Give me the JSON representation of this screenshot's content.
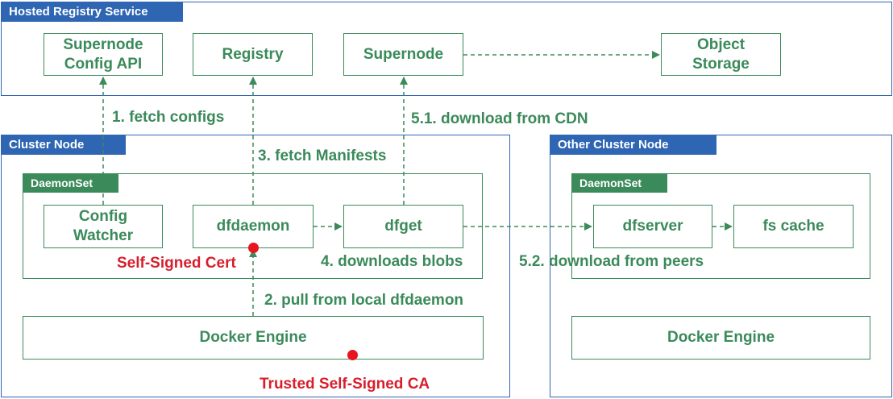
{
  "regions": {
    "hosted": "Hosted Registry Service",
    "cluster": "Cluster Node",
    "other": "Other Cluster Node"
  },
  "groups": {
    "daemonset_main": "DaemonSet",
    "daemonset_other": "DaemonSet"
  },
  "nodes": {
    "supernode_config_api": "Supernode\nConfig API",
    "registry": "Registry",
    "supernode": "Supernode",
    "object_storage": "Object\nStorage",
    "config_watcher": "Config\nWatcher",
    "dfdaemon": "dfdaemon",
    "dfget": "dfget",
    "docker_engine": "Docker Engine",
    "dfserver": "dfserver",
    "fs_cache": "fs cache",
    "other_docker_engine": "Docker Engine"
  },
  "labels": {
    "fetch_configs": "1. fetch configs",
    "pull_local": "2. pull from local dfdaemon",
    "fetch_manifests": "3. fetch Manifests",
    "downloads_blobs": "4. downloads blobs",
    "download_cdn": "5.1. download from CDN",
    "download_peers": "5.2. download from peers"
  },
  "annotations": {
    "self_signed_cert": "Self-Signed Cert",
    "trusted_ca": "Trusted Self-Signed CA"
  },
  "colors": {
    "region_blue": "#2f66b3",
    "node_green": "#3b8a5a",
    "alert_red": "#d81e2c"
  }
}
